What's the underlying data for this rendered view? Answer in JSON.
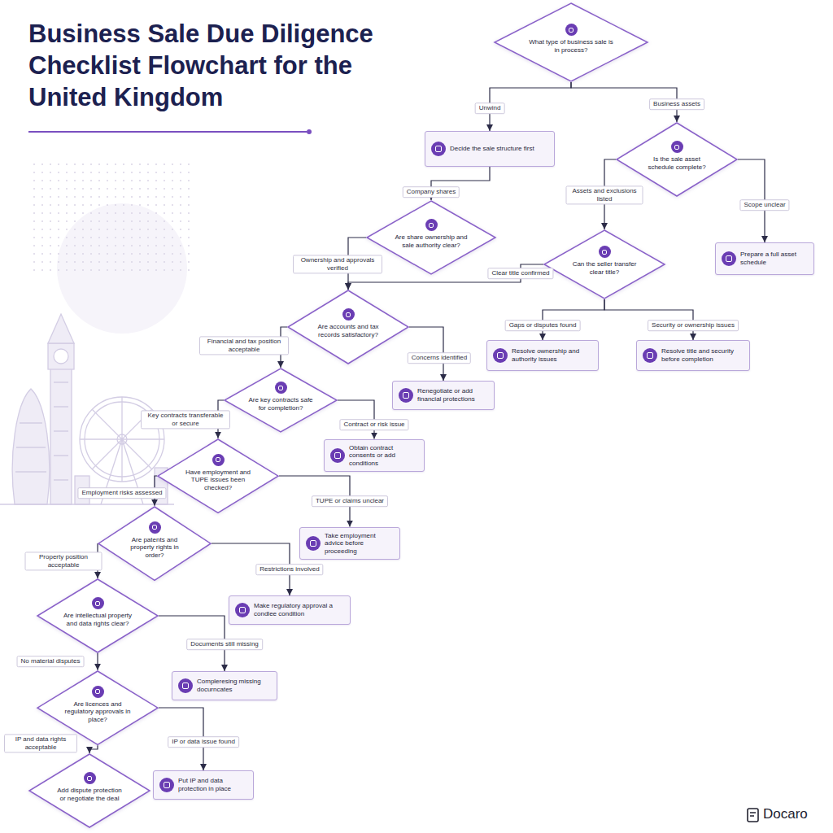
{
  "diagram": {
    "title": "Business Sale Due Diligence Checklist Flowchart for the United Kingdom",
    "nodes": [
      {
        "text": [
          "What type of business sale is in process?"
        ]
      },
      {
        "text": [
          "Decide the sale structure first"
        ]
      },
      {
        "text": [
          "Is the sale asset schedule complete?"
        ]
      },
      {
        "text": [
          "Are share ownership and sale authority clear?"
        ]
      },
      {
        "text": [
          "Can the seller transfer clear title?"
        ]
      },
      {
        "text": [
          "Prepare a full asset schedule"
        ]
      },
      {
        "text": [
          "Are accounts and tax records satisfactory?"
        ]
      },
      {
        "text": [
          "Resolve ownership and authority issues"
        ]
      },
      {
        "text": [
          "Resolve title and security before completion"
        ]
      },
      {
        "text": [
          "Renegotiate or add financial protections"
        ]
      },
      {
        "text": [
          "Are key contracts safe for completion?"
        ]
      },
      {
        "text": [
          "Obtain contract consents or add conditions"
        ]
      },
      {
        "text": [
          "Have employment and TUPE issues been checked?"
        ]
      },
      {
        "text": [
          "Take employment advice before proceeding"
        ]
      },
      {
        "text": [
          "Are patents and property rights in order?"
        ]
      },
      {
        "text": [
          "Make regulatory approval a condlee condition"
        ]
      },
      {
        "text": [
          "Are intellectual property and data rights clear?"
        ]
      },
      {
        "text": [
          "Compleresing missing docurncates"
        ]
      },
      {
        "text": [
          "Are licences and regulatory approvals in place?"
        ]
      },
      {
        "text": [
          "Put IP and data protection in place"
        ]
      },
      {
        "text": [
          "Add dispute protection or negotiate the deal"
        ]
      }
    ],
    "edges": [
      {
        "from": 0,
        "to": 1,
        "label": "Unwind",
        "arrow": "to"
      },
      {
        "from": 0,
        "to": 2,
        "label": "Business assets",
        "arrow": "to"
      },
      {
        "from": 1,
        "to": 3,
        "label": "Company shares",
        "arrow": "to"
      },
      {
        "from": 3,
        "to": 6,
        "label": "Ownership and approvals verified",
        "arrow": "to"
      },
      {
        "from": 4,
        "to": 6,
        "label": "Clear title confirmed",
        "arrow": "to"
      },
      {
        "from": 2,
        "to": 4,
        "label": "Assets and exclusions listed",
        "arrow": "to"
      },
      {
        "from": 2,
        "to": 5,
        "label": "Scope unclear",
        "arrow": "to"
      },
      {
        "from": 4,
        "to": 7,
        "label": "Gaps or disputes found",
        "arrow": "to"
      },
      {
        "from": 4,
        "to": 8,
        "label": "Security or ownership issues",
        "arrow": "to"
      },
      {
        "from": 6,
        "to": 9,
        "label": "Concerns identified",
        "arrow": "to"
      },
      {
        "from": 6,
        "to": 10,
        "label": "Financial and tax position acceptable",
        "arrow": "to"
      },
      {
        "from": 10,
        "to": 11,
        "label": "Contract or risk issue",
        "arrow": "to"
      },
      {
        "from": 10,
        "to": 12,
        "label": "Key contracts transferable or secure",
        "arrow": "to"
      },
      {
        "from": 12,
        "to": 13,
        "label": "TUPE or claims unclear",
        "arrow": "to"
      },
      {
        "from": 12,
        "to": 14,
        "label": "Employment risks assessed",
        "arrow": "to"
      },
      {
        "from": 14,
        "to": 15,
        "label": "Restrictions involved",
        "arrow": "to"
      },
      {
        "from": 14,
        "to": 16,
        "label": "Property position acceptable",
        "arrow": "to"
      },
      {
        "from": 16,
        "to": 17,
        "label": "Documents still missing",
        "arrow": "to"
      },
      {
        "from": 16,
        "to": 18,
        "label": "No material disputes",
        "arrow": "to"
      },
      {
        "from": 18,
        "to": 19,
        "label": "IP or data issue found",
        "arrow": "to"
      },
      {
        "from": 18,
        "to": 20,
        "label": "IP and data rights acceptable",
        "arrow": "to"
      }
    ],
    "labels": [
      "Docaro"
    ]
  }
}
